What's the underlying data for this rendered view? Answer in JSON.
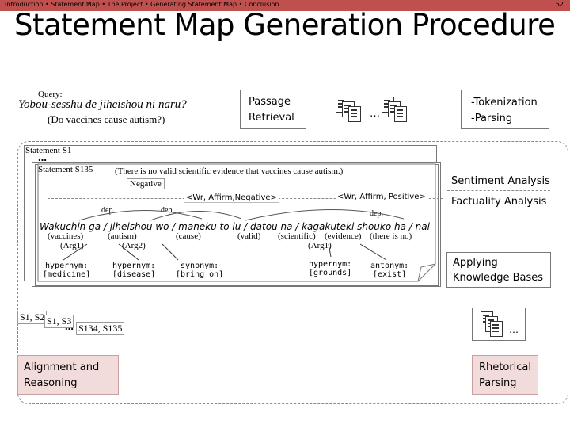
{
  "header": {
    "nav": "Introduction • Statement Map • The Project • Generating Statement Map • Conclusion",
    "page_number": "52",
    "title": "Statement Map Generation Procedure"
  },
  "query": {
    "label": "Query:",
    "japanese": "Yobou-sesshu de jiheishou ni naru?",
    "english": "(Do vaccines cause autism?)"
  },
  "retrieval": {
    "label": "Passage\nRetrieval",
    "ellipsis": "…"
  },
  "tokenization": {
    "line1": "-Tokenization",
    "line2": "-Parsing"
  },
  "statements": {
    "s1": "Statement S1",
    "dots": "…",
    "s135": "Statement S135",
    "sentence_en": "(There is no valid scientific evidence that vaccines cause autism.)",
    "negative": "Negative",
    "tag_left": "<Wr, Affirm,Negative>",
    "tag_right": "<Wr,  Affirm, Positive>",
    "dep1": "dep.",
    "dep2": "dep.",
    "dep3": "dep.",
    "romaji": "Wakuchin ga / jiheishou wo / maneku to iu / datou na / kagakuteki shouko ha / nai",
    "gloss": {
      "vaccines": "(vaccines)",
      "autism": "(autism)",
      "cause": "(cause)",
      "valid": "(valid)",
      "scientific": "(scientific)",
      "evidence": "(evidence)",
      "there_is_no": "(there is no)"
    },
    "args": {
      "arg1a": "(Arg1)",
      "arg2": "(Arg2)",
      "arg1b": "(Arg1)"
    },
    "relations": [
      {
        "label": "hypernym:",
        "value": "[medicine]"
      },
      {
        "label": "hypernym:",
        "value": "[disease]"
      },
      {
        "label": "synonym:",
        "value": "[bring on]"
      },
      {
        "label": "hypernym:",
        "value": "[grounds]"
      },
      {
        "label": "antonym:",
        "value": "[exist]"
      }
    ]
  },
  "right_labels": {
    "sentiment": "Sentiment Analysis",
    "factuality": "Factuality Analysis",
    "knowledge": "Applying\nKnowledge Bases"
  },
  "bottom": {
    "pair1": "S1, S2",
    "pair2": "S1, S3",
    "dots": "…",
    "pair3": "S134, S135",
    "alignment": "Alignment and\nReasoning",
    "rhetorical": "Rhetorical\nParsing",
    "doc_ellipsis": "…"
  },
  "colors": {
    "accent": "#c0504d",
    "pink": "#f2dcdb",
    "gray": "#eeeeee"
  }
}
